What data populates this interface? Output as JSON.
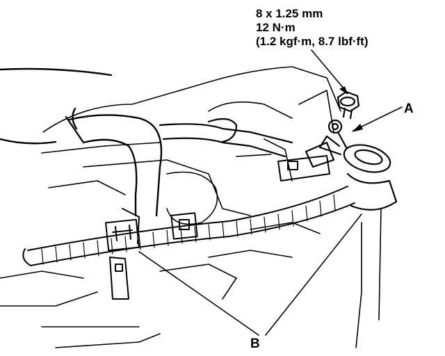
{
  "spec": {
    "thread": "8 x 1.25 mm",
    "torque_nm": "12 N·m",
    "torque_alt": "(1.2 kgf·m, 8.7 lbf·ft)"
  },
  "callouts": {
    "a": "A",
    "b": "B"
  },
  "colors": {
    "ink": "#000000",
    "paper": "#ffffff"
  }
}
